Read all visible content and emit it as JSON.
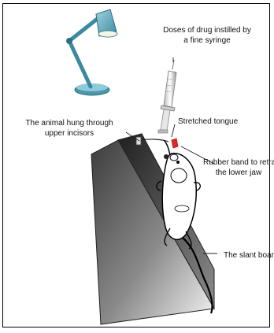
{
  "labels": {
    "doses": [
      "Doses of drug instilled by",
      "a fine syringe"
    ],
    "animal_hung": [
      "The animal hung through",
      "upper incisors"
    ],
    "stretched_tongue": "Stretched tongue",
    "rubber_band": [
      "Rubber band to retract",
      "the lower jaw"
    ],
    "slant_board": "The slant boar"
  },
  "icons": {
    "lamp": "desk-lamp-icon",
    "syringe": "syringe-icon",
    "rat": "rat-icon"
  },
  "colors": {
    "lamp": "#5fa9bd",
    "lamp_dark": "#2f6f80",
    "band": "#e0262a",
    "board_dark": "#4a4a4a",
    "board_light": "#f2f2f2"
  }
}
